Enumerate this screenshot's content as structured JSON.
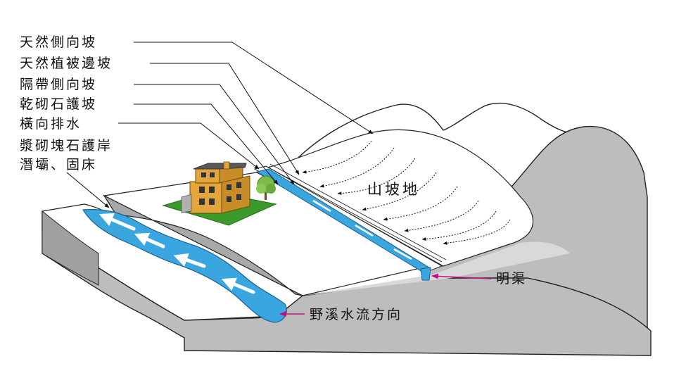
{
  "labels": {
    "natural_side_slope": "天然側向坡",
    "natural_vegetation_slope": "天然植被邊坡",
    "buffer_side_slope": "隔帶側向坡",
    "dry_masonry_revetment": "乾砌石護坡",
    "lateral_drainage": "橫向排水",
    "grouted_revetment_line1": "漿砌塊石護岸",
    "grouted_revetment_line2": "潛壩、固床",
    "hillside": "山坡地",
    "open_channel": "明渠",
    "stream_flow_direction": "野溪水流方向"
  },
  "colors": {
    "water": "#3aa6e0",
    "water_edge": "#1f5f8f",
    "ground": "#bdbdbd",
    "lawn": "#3a9a2a",
    "house": "#e2a63a",
    "arrow_pointer": "#c0107a"
  },
  "icons": {
    "house": "house-icon",
    "tree": "tree-icon"
  }
}
